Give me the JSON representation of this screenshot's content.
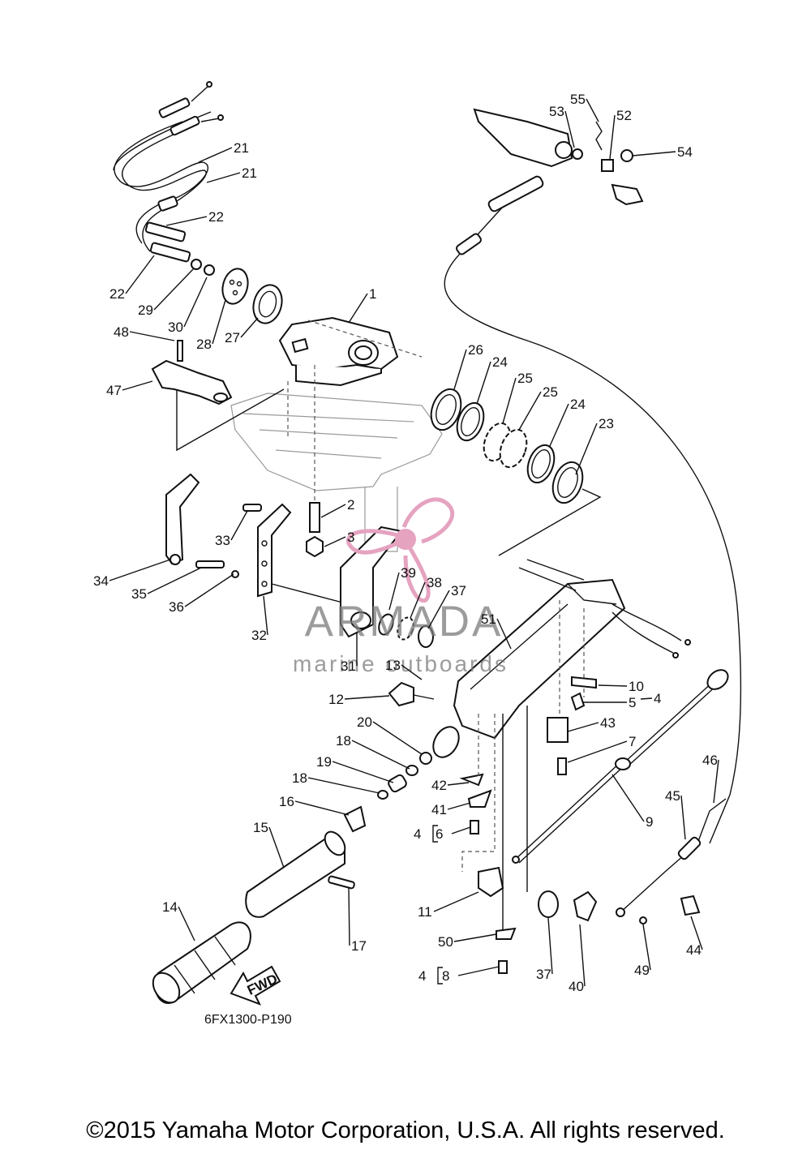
{
  "diagram": {
    "part_code": "6FX1300-P190",
    "fwd_label": "FWD",
    "bracket_prefixes": [
      "4",
      "4"
    ],
    "callouts": [
      {
        "n": "1"
      },
      {
        "n": "2"
      },
      {
        "n": "3"
      },
      {
        "n": "4"
      },
      {
        "n": "5"
      },
      {
        "n": "6"
      },
      {
        "n": "7"
      },
      {
        "n": "8"
      },
      {
        "n": "9"
      },
      {
        "n": "10"
      },
      {
        "n": "11"
      },
      {
        "n": "12"
      },
      {
        "n": "13"
      },
      {
        "n": "14"
      },
      {
        "n": "15"
      },
      {
        "n": "16"
      },
      {
        "n": "17"
      },
      {
        "n": "18"
      },
      {
        "n": "18"
      },
      {
        "n": "19"
      },
      {
        "n": "20"
      },
      {
        "n": "21"
      },
      {
        "n": "21"
      },
      {
        "n": "22"
      },
      {
        "n": "22"
      },
      {
        "n": "23"
      },
      {
        "n": "24"
      },
      {
        "n": "24"
      },
      {
        "n": "25"
      },
      {
        "n": "25"
      },
      {
        "n": "26"
      },
      {
        "n": "27"
      },
      {
        "n": "28"
      },
      {
        "n": "29"
      },
      {
        "n": "30"
      },
      {
        "n": "31"
      },
      {
        "n": "32"
      },
      {
        "n": "33"
      },
      {
        "n": "34"
      },
      {
        "n": "35"
      },
      {
        "n": "36"
      },
      {
        "n": "37"
      },
      {
        "n": "37"
      },
      {
        "n": "38"
      },
      {
        "n": "39"
      },
      {
        "n": "40"
      },
      {
        "n": "41"
      },
      {
        "n": "42"
      },
      {
        "n": "43"
      },
      {
        "n": "44"
      },
      {
        "n": "45"
      },
      {
        "n": "46"
      },
      {
        "n": "47"
      },
      {
        "n": "48"
      },
      {
        "n": "49"
      },
      {
        "n": "50"
      },
      {
        "n": "51"
      },
      {
        "n": "52"
      },
      {
        "n": "53"
      },
      {
        "n": "54"
      },
      {
        "n": "55"
      }
    ]
  },
  "watermark": {
    "brand": "ARMADA",
    "tagline": "marine outboards",
    "accent_color": "#e5a3c0"
  },
  "footer": {
    "copyright": "©2015 Yamaha Motor Corporation, U.S.A. All rights reserved."
  }
}
